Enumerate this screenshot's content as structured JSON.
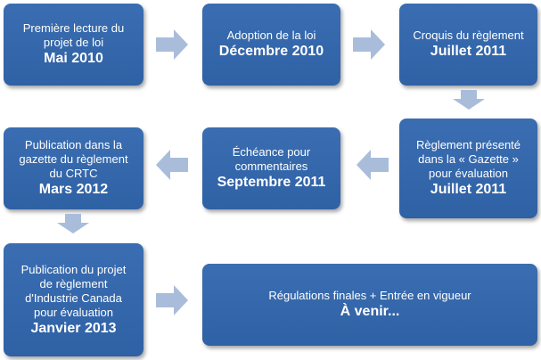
{
  "steps": [
    {
      "lines": [
        "Première lecture du",
        "projet de loi"
      ],
      "date": "Mai 2010"
    },
    {
      "lines": [
        "Adoption  de la loi"
      ],
      "date": "Décembre 2010"
    },
    {
      "lines": [
        "Croquis du règlement"
      ],
      "date": "Juillet 2011"
    },
    {
      "lines": [
        "Règlement présenté",
        "dans la « Gazette »",
        "pour évaluation"
      ],
      "date": "Juillet 2011"
    },
    {
      "lines": [
        "Échéance pour",
        "commentaires"
      ],
      "date": "Septembre 2011"
    },
    {
      "lines": [
        "Publication dans la",
        "gazette du règlement",
        "du CRTC"
      ],
      "date": "Mars 2012"
    },
    {
      "lines": [
        "Publication du projet",
        "de règlement",
        "d'Industrie Canada",
        "pour évaluation"
      ],
      "date": "Janvier 2013"
    },
    {
      "lines": [
        "Régulations finales + Entrée en vigueur"
      ],
      "date": "À venir..."
    }
  ],
  "colors": {
    "box": "#2f61a5",
    "arrow": "#a9bddb",
    "text": "#ffffff"
  }
}
